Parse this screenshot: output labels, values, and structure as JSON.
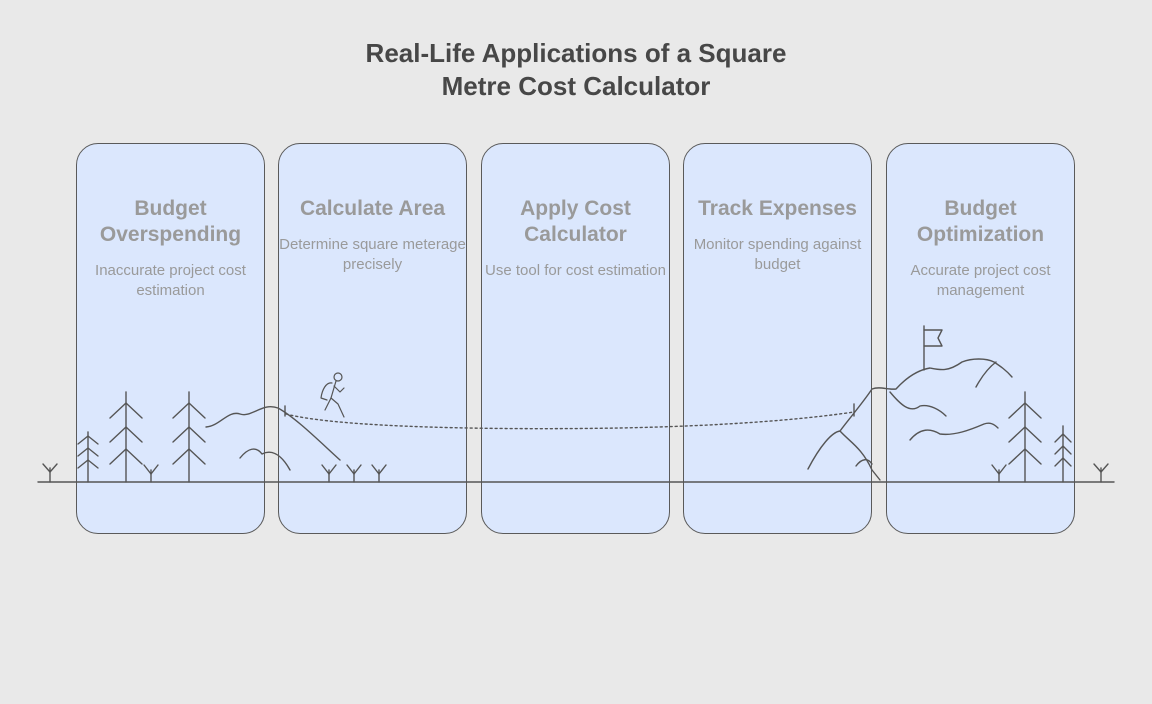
{
  "title": "Real-Life Applications of a Square\nMetre Cost Calculator",
  "stages": [
    {
      "title": "Budget Overspending",
      "description": "Inaccurate project cost estimation"
    },
    {
      "title": "Calculate Area",
      "description": "Determine square meterage precisely"
    },
    {
      "title": "Apply Cost Calculator",
      "description": "Use tool for cost estimation"
    },
    {
      "title": "Track Expenses",
      "description": "Monitor spending against budget"
    },
    {
      "title": "Budget Optimization",
      "description": "Accurate project cost management"
    }
  ],
  "colors": {
    "card_fill": "#dbe7fd",
    "card_border": "#5a5a5a",
    "text_muted": "#9a9a9a",
    "title_text": "#474747",
    "background": "#e9e9e9"
  }
}
